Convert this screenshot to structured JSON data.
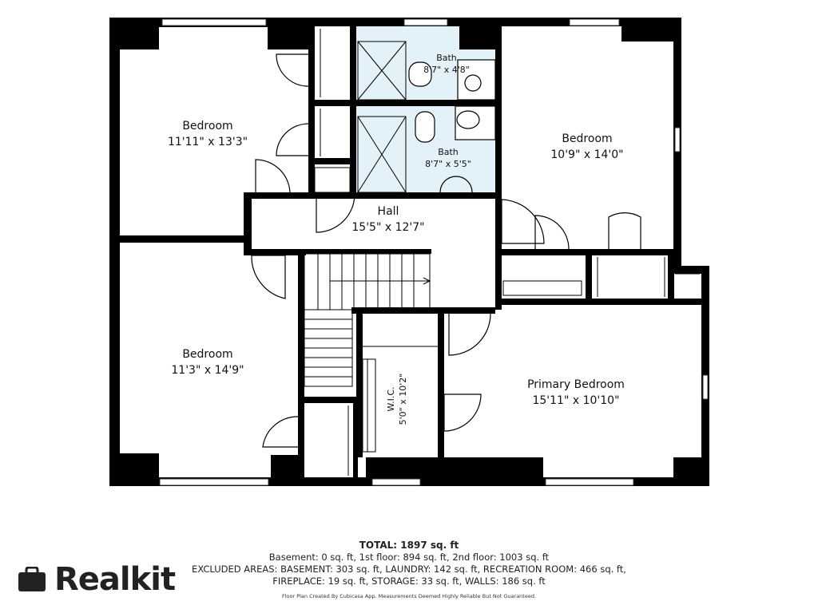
{
  "rooms": {
    "bedroom_nw": {
      "name": "Bedroom",
      "dims": "11'11\" x 13'3\""
    },
    "bedroom_sw": {
      "name": "Bedroom",
      "dims": "11'3\" x 14'9\""
    },
    "bedroom_ne": {
      "name": "Bedroom",
      "dims": "10'9\" x 14'0\""
    },
    "primary_bedroom": {
      "name": "Primary Bedroom",
      "dims": "15'11\" x 10'10\""
    },
    "hall": {
      "name": "Hall",
      "dims": "15'5\" x 12'7\""
    },
    "bath_top": {
      "name": "Bath",
      "dims": "8'7\" x 4'8\""
    },
    "bath_bottom": {
      "name": "Bath",
      "dims": "8'7\" x 5'5\""
    },
    "wic": {
      "name": "W.I.C.",
      "dims": "5'0\" x 10'2\""
    }
  },
  "summary": {
    "total": "TOTAL: 1897 sq. ft",
    "line1": "Basement: 0 sq. ft, 1st floor: 894 sq. ft, 2nd floor: 1003 sq. ft",
    "line2": "EXCLUDED AREAS: BASEMENT: 303 sq. ft, LAUNDRY: 142 sq. ft, RECREATION ROOM: 466 sq. ft,",
    "line3": "FIREPLACE: 19 sq. ft, STORAGE: 33 sq. ft, WALLS: 186 sq. ft"
  },
  "disclaimer": "Floor Plan Created By Cubicasa App. Measurements Deemed Highly Reliable But Not Guaranteed.",
  "brand": {
    "name": "Realkit",
    "icon": "briefcase-icon"
  },
  "colors": {
    "wall": "#000000",
    "bath_fill": "#e3f1f9",
    "floor": "#ffffff"
  }
}
